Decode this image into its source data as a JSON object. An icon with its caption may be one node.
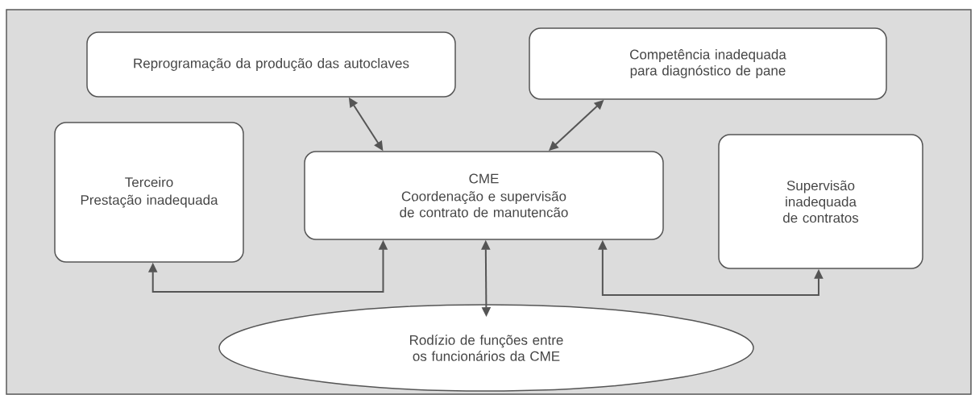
{
  "diagram": {
    "nodes": [
      {
        "text": [
          "Reprogramação da produção das autoclaves"
        ]
      },
      {
        "text": [
          "Competência inadequada para diagnóstico de pane"
        ]
      },
      {
        "text": [
          "Terceiro",
          "Prestação inadequada"
        ]
      },
      {
        "text": [
          "CME",
          "Coordenação e supervisão de contrato de manutencão"
        ]
      },
      {
        "text": [
          "Supervisão inadequada de contratos"
        ]
      },
      {
        "text": [
          "Rodízio de funções entre os funcionários da CME"
        ]
      }
    ],
    "edges": [
      {
        "from": 0,
        "to": 3,
        "arrow": "both"
      },
      {
        "from": 1,
        "to": 3,
        "arrow": "both"
      },
      {
        "from": 3,
        "to": 5,
        "arrow": "both"
      },
      {
        "from": 2,
        "to": 3,
        "arrow": "both"
      },
      {
        "from": 3,
        "to": 4,
        "arrow": "both"
      }
    ]
  }
}
